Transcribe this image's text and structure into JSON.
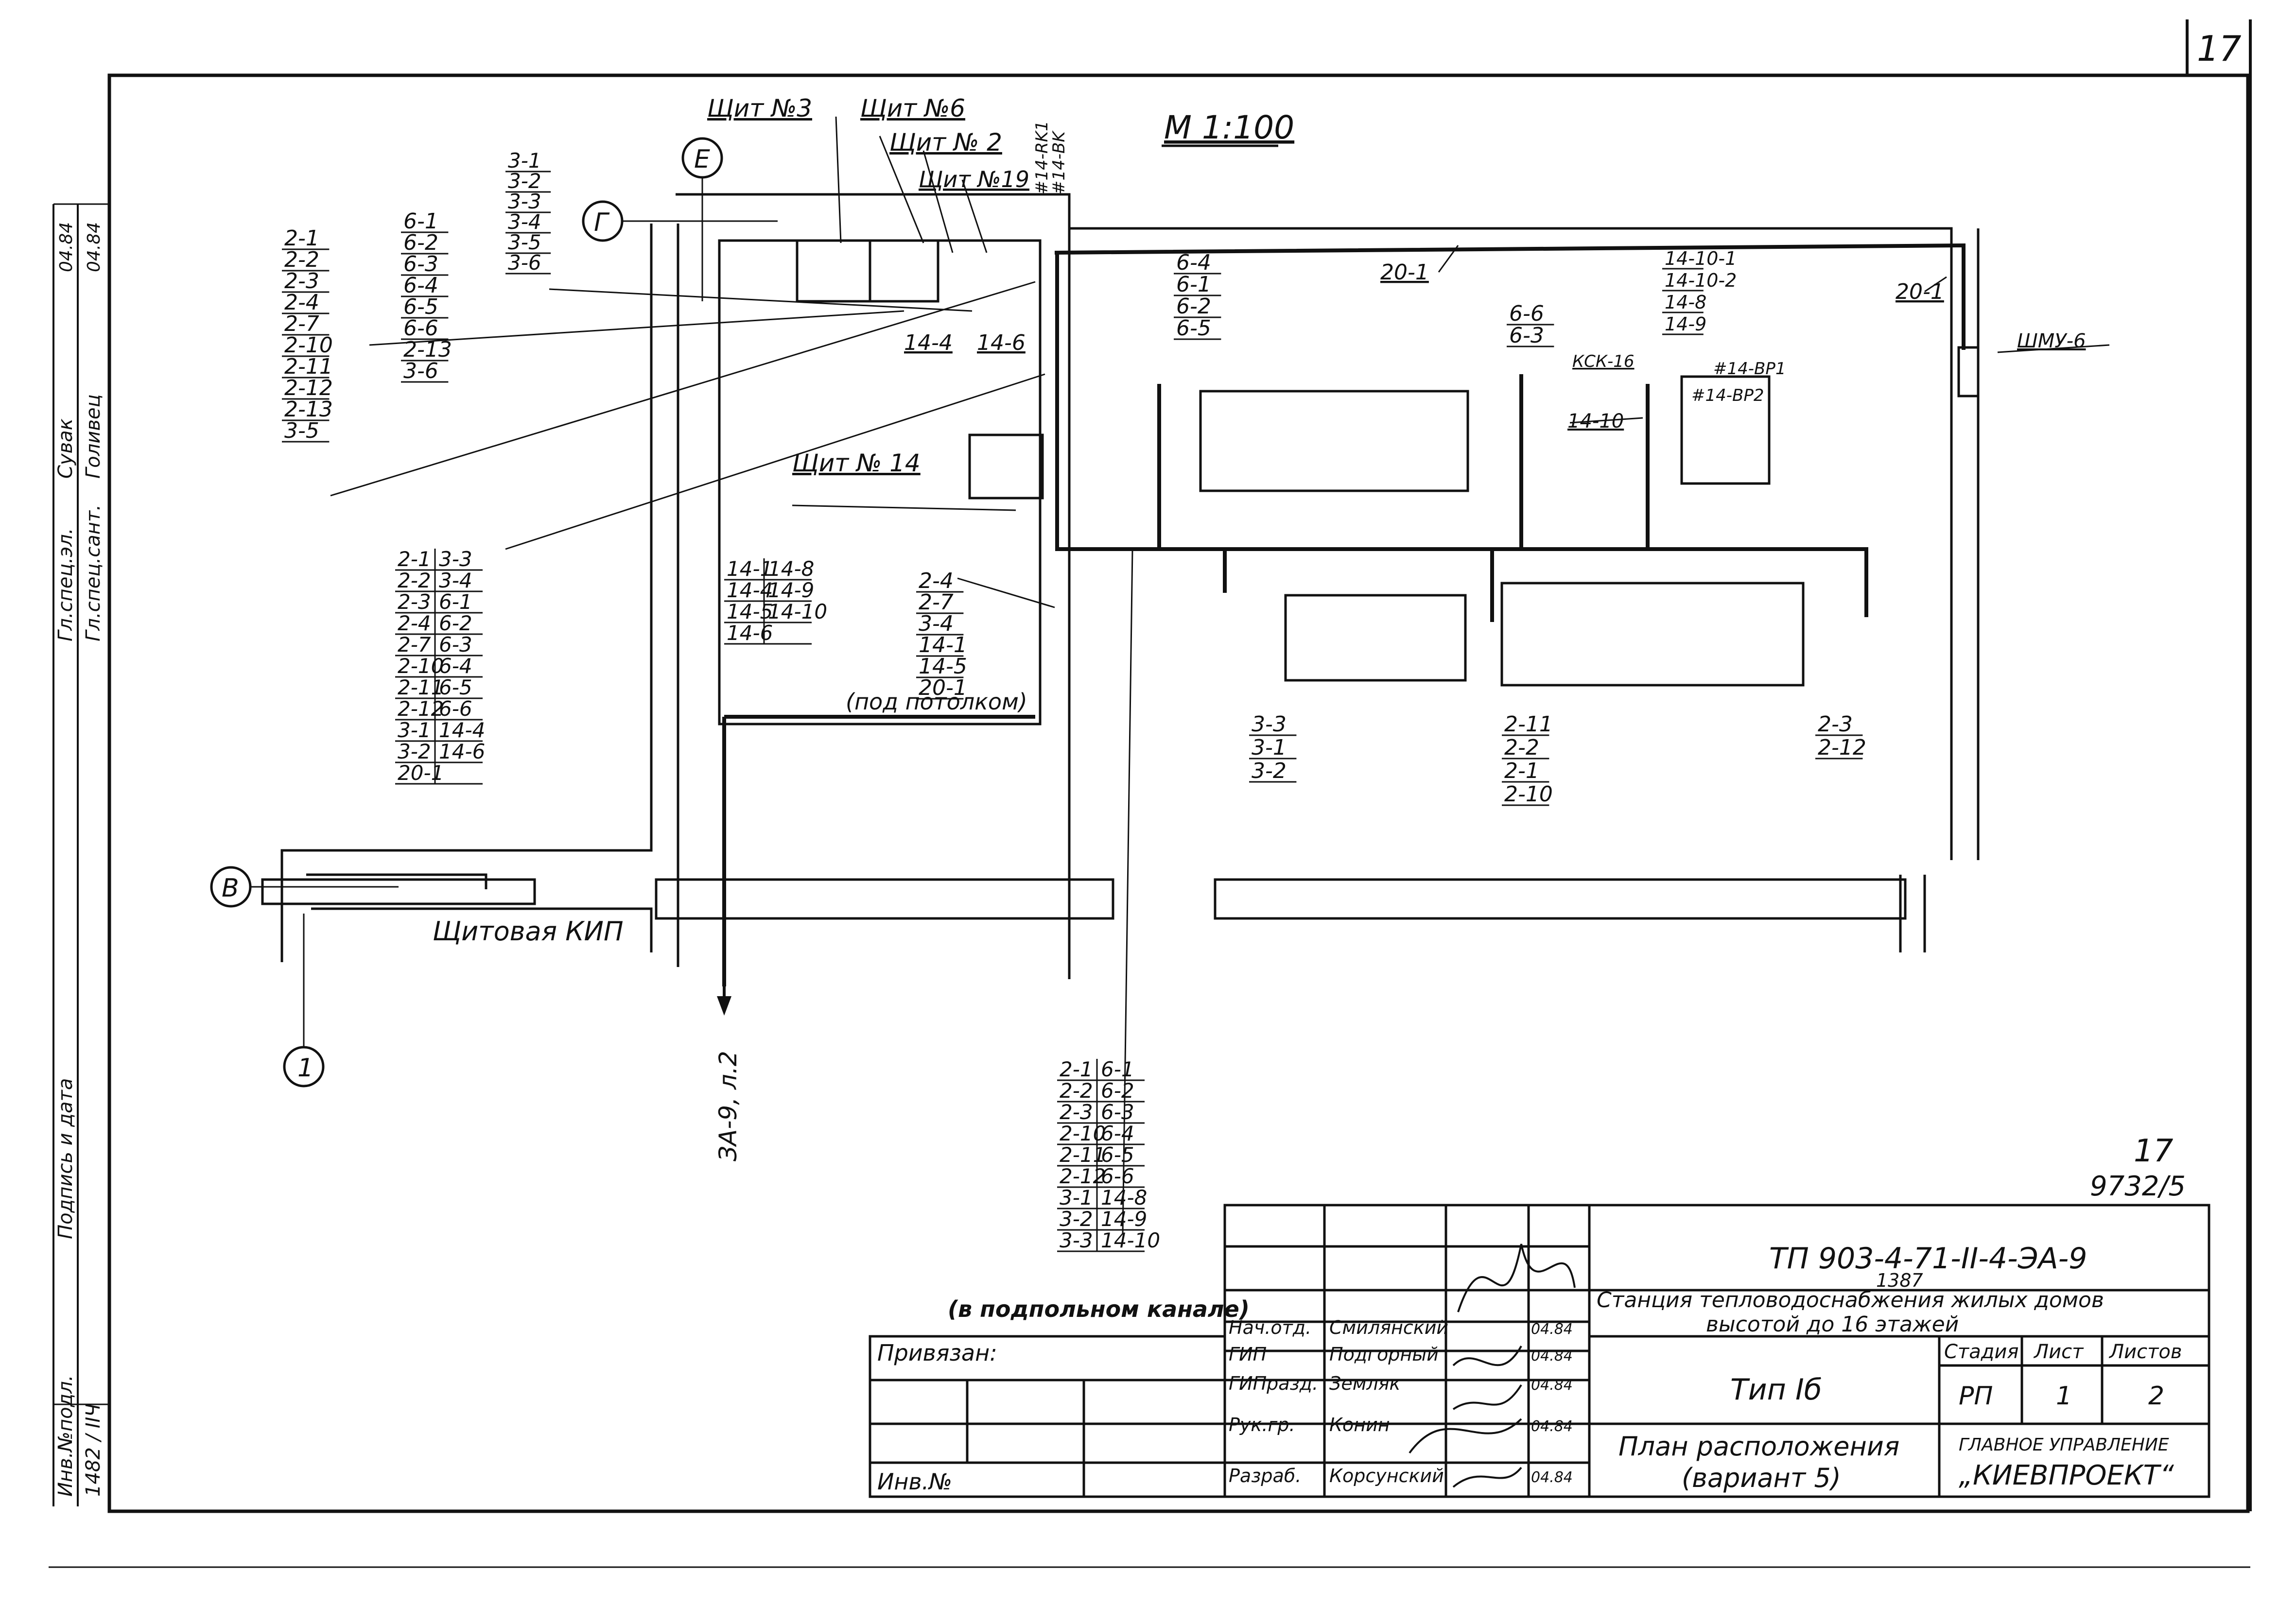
{
  "sheet_number": "17",
  "scale": "М 1:100",
  "stamp_number": "17",
  "inventory_code": "9732/5",
  "grid_axes": {
    "a": "Е",
    "b": "Г",
    "c": "В",
    "d": "1"
  },
  "panels": {
    "p3": "Щит №3",
    "p6": "Щит №6",
    "p2": "Щит № 2",
    "p19": "Щит №19",
    "p14": "Щит № 14",
    "kip_room": "Щитовая КИП"
  },
  "labels": {
    "rk1": "#14-RK1",
    "bk": "#14-BK",
    "c14_4": "14-4",
    "c14_6": "14-6",
    "c20_1a": "20-1",
    "c20_1b": "20-1",
    "shmu": "ШМУ-6",
    "ksk": "КСК-16",
    "c14_10": "14-10",
    "bp1": "#14-BP1",
    "bp2": "#14-BP2",
    "ceiling_note": "(под потолком)",
    "channel_note": "(в подпольном канале)",
    "ref": "ЗА-9, л.2"
  },
  "cable_groups": {
    "g1": [
      "2-1",
      "2-2",
      "2-3",
      "2-4",
      "2-7",
      "2-10",
      "2-11",
      "2-12",
      "2-13",
      "3-5"
    ],
    "g2": [
      "6-1",
      "6-2",
      "6-3",
      "6-4",
      "6-5",
      "6-6",
      "2-13",
      "3-6"
    ],
    "g3": [
      "3-1",
      "3-2",
      "3-3",
      "3-4",
      "3-5",
      "3-6"
    ],
    "g4": [
      "6-4",
      "6-1",
      "6-2",
      "6-5"
    ],
    "g5": [
      "6-6",
      "6-3"
    ],
    "g6": [
      "14-10-1",
      "14-10-2",
      "14-8",
      "14-9"
    ],
    "g7": [
      "3-3",
      "3-1",
      "3-2"
    ],
    "g8": [
      "2-11",
      "2-2",
      "2-1",
      "2-10"
    ],
    "g9": [
      "2-3",
      "2-12"
    ],
    "g10": [
      "2-4",
      "2-7",
      "3-4",
      "14-1",
      "14-5",
      "20-1"
    ]
  },
  "cable_tables": {
    "t1": [
      [
        "2-1",
        "3-3"
      ],
      [
        "2-2",
        "3-4"
      ],
      [
        "2-3",
        "6-1"
      ],
      [
        "2-4",
        "6-2"
      ],
      [
        "2-7",
        "6-3"
      ],
      [
        "2-10",
        "6-4"
      ],
      [
        "2-11",
        "6-5"
      ],
      [
        "2-12",
        "6-6"
      ],
      [
        "3-1",
        "14-4"
      ],
      [
        "3-2",
        "14-6"
      ],
      [
        "20-1",
        ""
      ]
    ],
    "t2": [
      [
        "14-1",
        "14-8"
      ],
      [
        "14-4",
        "14-9"
      ],
      [
        "14-5",
        "14-10"
      ],
      [
        "14-6",
        ""
      ]
    ],
    "t3": [
      [
        "2-1",
        "6-1"
      ],
      [
        "2-2",
        "6-2"
      ],
      [
        "2-3",
        "6-3"
      ],
      [
        "2-10",
        "6-4"
      ],
      [
        "2-11",
        "6-5"
      ],
      [
        "2-12",
        "6-6"
      ],
      [
        "3-1",
        "14-8"
      ],
      [
        "3-2",
        "14-9"
      ],
      [
        "3-3",
        "14-10"
      ]
    ]
  },
  "side_stamp": {
    "rows": [
      [
        "Гл.спец.эл.",
        "Сувак",
        "",
        "04.84"
      ],
      [
        "Гл.спец.сант.",
        "Голивец",
        "",
        "04.84"
      ]
    ],
    "inv_label": "Инв.№подл.",
    "inv_value": "1482 / IIЧ",
    "signature_label": "Подпись и дата"
  },
  "title_block": {
    "code": "ТП 903-4-71-II-4-ЭА-9",
    "sub_code": "1387",
    "project_title_1": "Станция тепловодоснабжения жилых домов",
    "project_title_2": "высотой до 16 этажей",
    "sheet_type": "Тип Iб",
    "plan_title_1": "План расположения",
    "plan_title_2": "(вариант 5)",
    "stage_label": "Стадия",
    "sheet_label": "Лист",
    "sheets_label": "Листов",
    "stage": "РП",
    "sheet": "1",
    "sheets": "2",
    "org_1": "ГЛАВНОЕ УПРАВЛЕНИЕ",
    "org_2": "„КИЕВПРОЕКТ“",
    "bound_label": "Привязан:",
    "inv_label": "Инв.№",
    "staff": [
      [
        "Нач.отд.",
        "Смилянский",
        "04.84"
      ],
      [
        "ГИП",
        "Подгорный",
        "04.84"
      ],
      [
        "ГИПразд.",
        "Земляк",
        "04.84"
      ],
      [
        "Рук.гр.",
        "Конин",
        "04.84"
      ],
      [
        "Разраб.",
        "Корсунский",
        "04.84"
      ]
    ]
  }
}
